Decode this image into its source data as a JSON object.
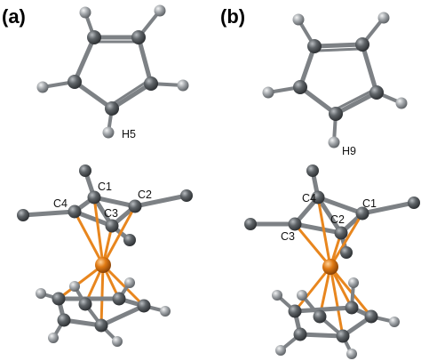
{
  "panels": [
    {
      "id": "a",
      "panel_label": "(a)",
      "ring_h_label": "H5",
      "complex_labels": {
        "c1": "C1",
        "c2": "C2",
        "c3": "C3",
        "c4": "C4"
      }
    },
    {
      "id": "b",
      "panel_label": "(b)",
      "ring_h_label": "H9",
      "complex_labels": {
        "c1": "C1",
        "c2": "C2",
        "c3": "C3",
        "c4": "C4"
      }
    }
  ],
  "colors": {
    "carbon": "#555a5e",
    "hydrogen": "#9a9ea2",
    "metal": "#e07a14",
    "bond": "#7d8185",
    "metal_bond": "#e8861e"
  }
}
